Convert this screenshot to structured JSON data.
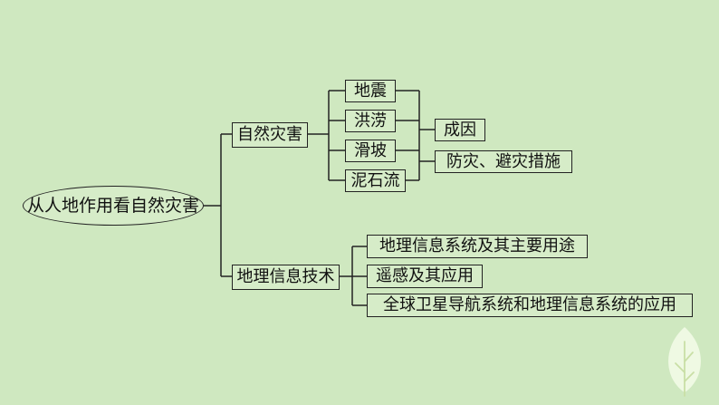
{
  "root": "从人地作用看自然灾害",
  "branch_hazards": {
    "label": "自然灾害",
    "types": [
      "地震",
      "洪涝",
      "滑坡",
      "泥石流"
    ],
    "aspects": [
      "成因",
      "防灾、避灾措施"
    ]
  },
  "branch_gis": {
    "label": "地理信息技术",
    "items": [
      "地理信息系统及其主要用途",
      "遥感及其应用",
      "全球卫星导航系统和地理信息系统的应用"
    ]
  },
  "colors": {
    "background": "#cfe8c0",
    "node_fill": "#d6ecc8",
    "line": "#222222",
    "leaf": "#f4fbe9"
  }
}
